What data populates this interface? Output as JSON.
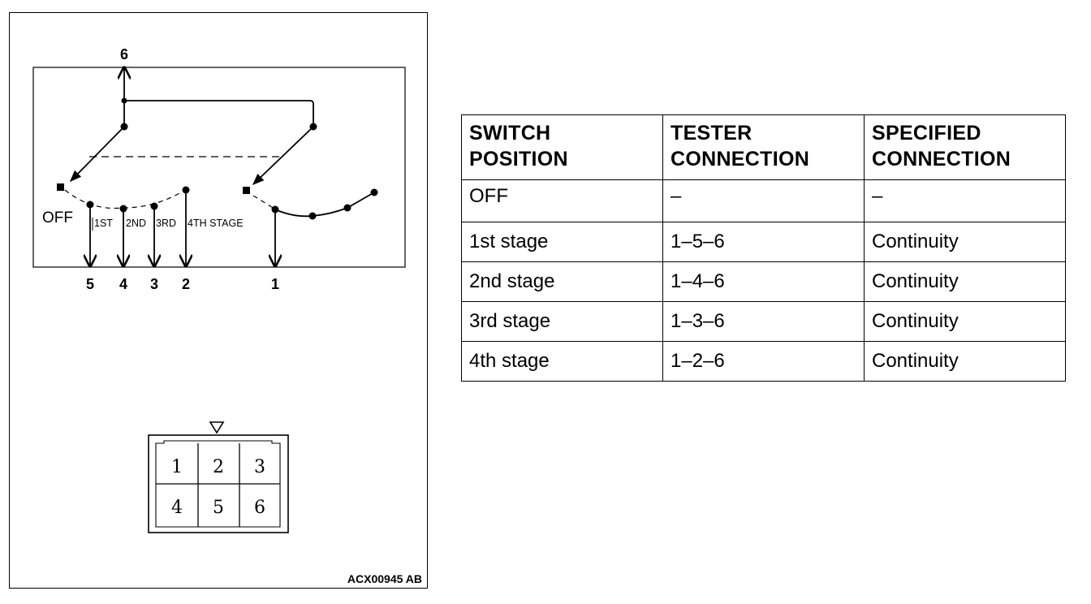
{
  "diagram": {
    "top_terminal": "6",
    "position_labels": {
      "off": "OFF",
      "first": "1ST",
      "second": "2ND",
      "third": "3RD",
      "fourth": "4TH STAGE"
    },
    "bottom_terminals": [
      "5",
      "4",
      "3",
      "2",
      "1"
    ],
    "connector_pins": [
      "1",
      "2",
      "3",
      "4",
      "5",
      "6"
    ],
    "figure_code": "ACX00945 AB"
  },
  "table": {
    "headers": {
      "switch_line1": "SWITCH",
      "switch_line2": "POSITION",
      "tester_line1": "TESTER",
      "tester_line2": "CONNECTION",
      "specified_line1": "SPECIFIED",
      "specified_line2": "CONNECTION"
    },
    "rows": [
      {
        "position": "OFF",
        "tester": "–",
        "specified": "–"
      },
      {
        "position": "1st stage",
        "tester": "1–5–6",
        "specified": "Continuity"
      },
      {
        "position": "2nd stage",
        "tester": "1–4–6",
        "specified": "Continuity"
      },
      {
        "position": "3rd stage",
        "tester": "1–3–6",
        "specified": "Continuity"
      },
      {
        "position": "4th stage",
        "tester": "1–2–6",
        "specified": "Continuity"
      }
    ]
  }
}
